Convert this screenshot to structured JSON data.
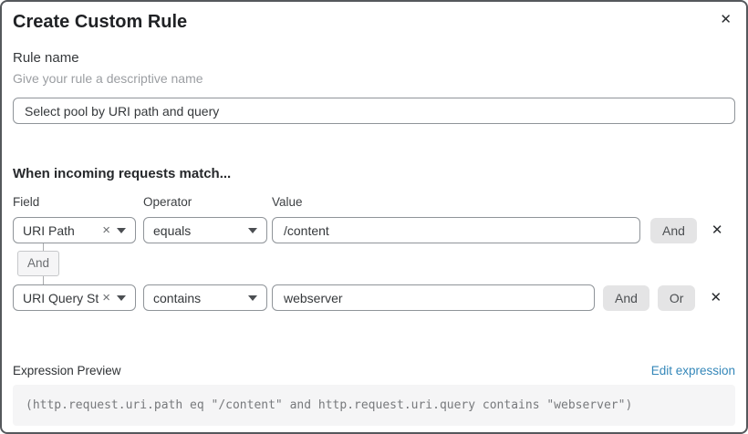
{
  "dialog": {
    "title": "Create Custom Rule",
    "close_icon": "✕"
  },
  "rule_name": {
    "label": "Rule name",
    "hint": "Give your rule a descriptive name",
    "value": "Select pool by URI path and query"
  },
  "match": {
    "heading": "When incoming requests match...",
    "columns": {
      "field": "Field",
      "operator": "Operator",
      "value": "Value"
    },
    "rows": [
      {
        "field": "URI Path",
        "operator": "equals",
        "value": "/content"
      },
      {
        "field": "URI Query St...",
        "operator": "contains",
        "value": "webserver"
      }
    ],
    "and_label": "And",
    "or_label": "Or",
    "connector_label": "And",
    "clear_icon": "×",
    "remove_icon": "✕",
    "caret_icon": "chevron-down"
  },
  "preview": {
    "label": "Expression Preview",
    "edit_link": "Edit expression",
    "expression": "(http.request.uri.path eq \"/content\" and http.request.uri.query contains \"webserver\")"
  },
  "colors": {
    "modal_border": "#55585c",
    "input_border": "#8f9499",
    "button_bg": "#e4e4e5",
    "chip_bg": "#f5f5f6",
    "code_bg": "#f5f5f6",
    "link": "#3487b9"
  }
}
